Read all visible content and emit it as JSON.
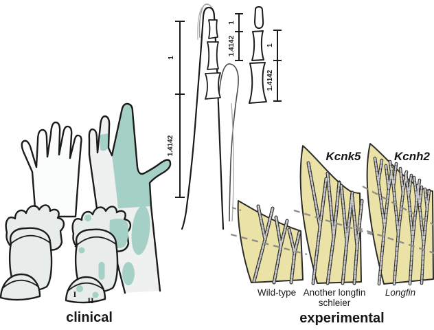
{
  "figure": {
    "clinical_label": "clinical",
    "experimental_label": "experimental"
  },
  "clinical": {
    "numeral_1": "I",
    "numeral_2": "II"
  },
  "scales": {
    "large": {
      "upper": "1",
      "lower": "1.4142"
    },
    "small_left": {
      "upper": "1",
      "lower": "1.4142"
    },
    "small_right": {
      "upper": "1",
      "lower": "1.4142"
    }
  },
  "experimental": {
    "fins": [
      {
        "gene": "",
        "label": "Wild-type",
        "sublabel": ""
      },
      {
        "gene": "Kcnk5",
        "label": "Another longfin",
        "sublabel": "schleier"
      },
      {
        "gene": "Kcnh2",
        "label": "Longfin",
        "sublabel": ""
      }
    ]
  },
  "colors": {
    "highlight_teal": "#a5d0c6",
    "fin_tan": "#ebe2a7",
    "hand_fill": "#fbfcfc",
    "cuff_fill": "#e8eceb",
    "ray_light": "#c9c9c9",
    "ray_dark": "#333333",
    "dash_gray": "#8e8e87",
    "ink": "#1b1b1b"
  }
}
